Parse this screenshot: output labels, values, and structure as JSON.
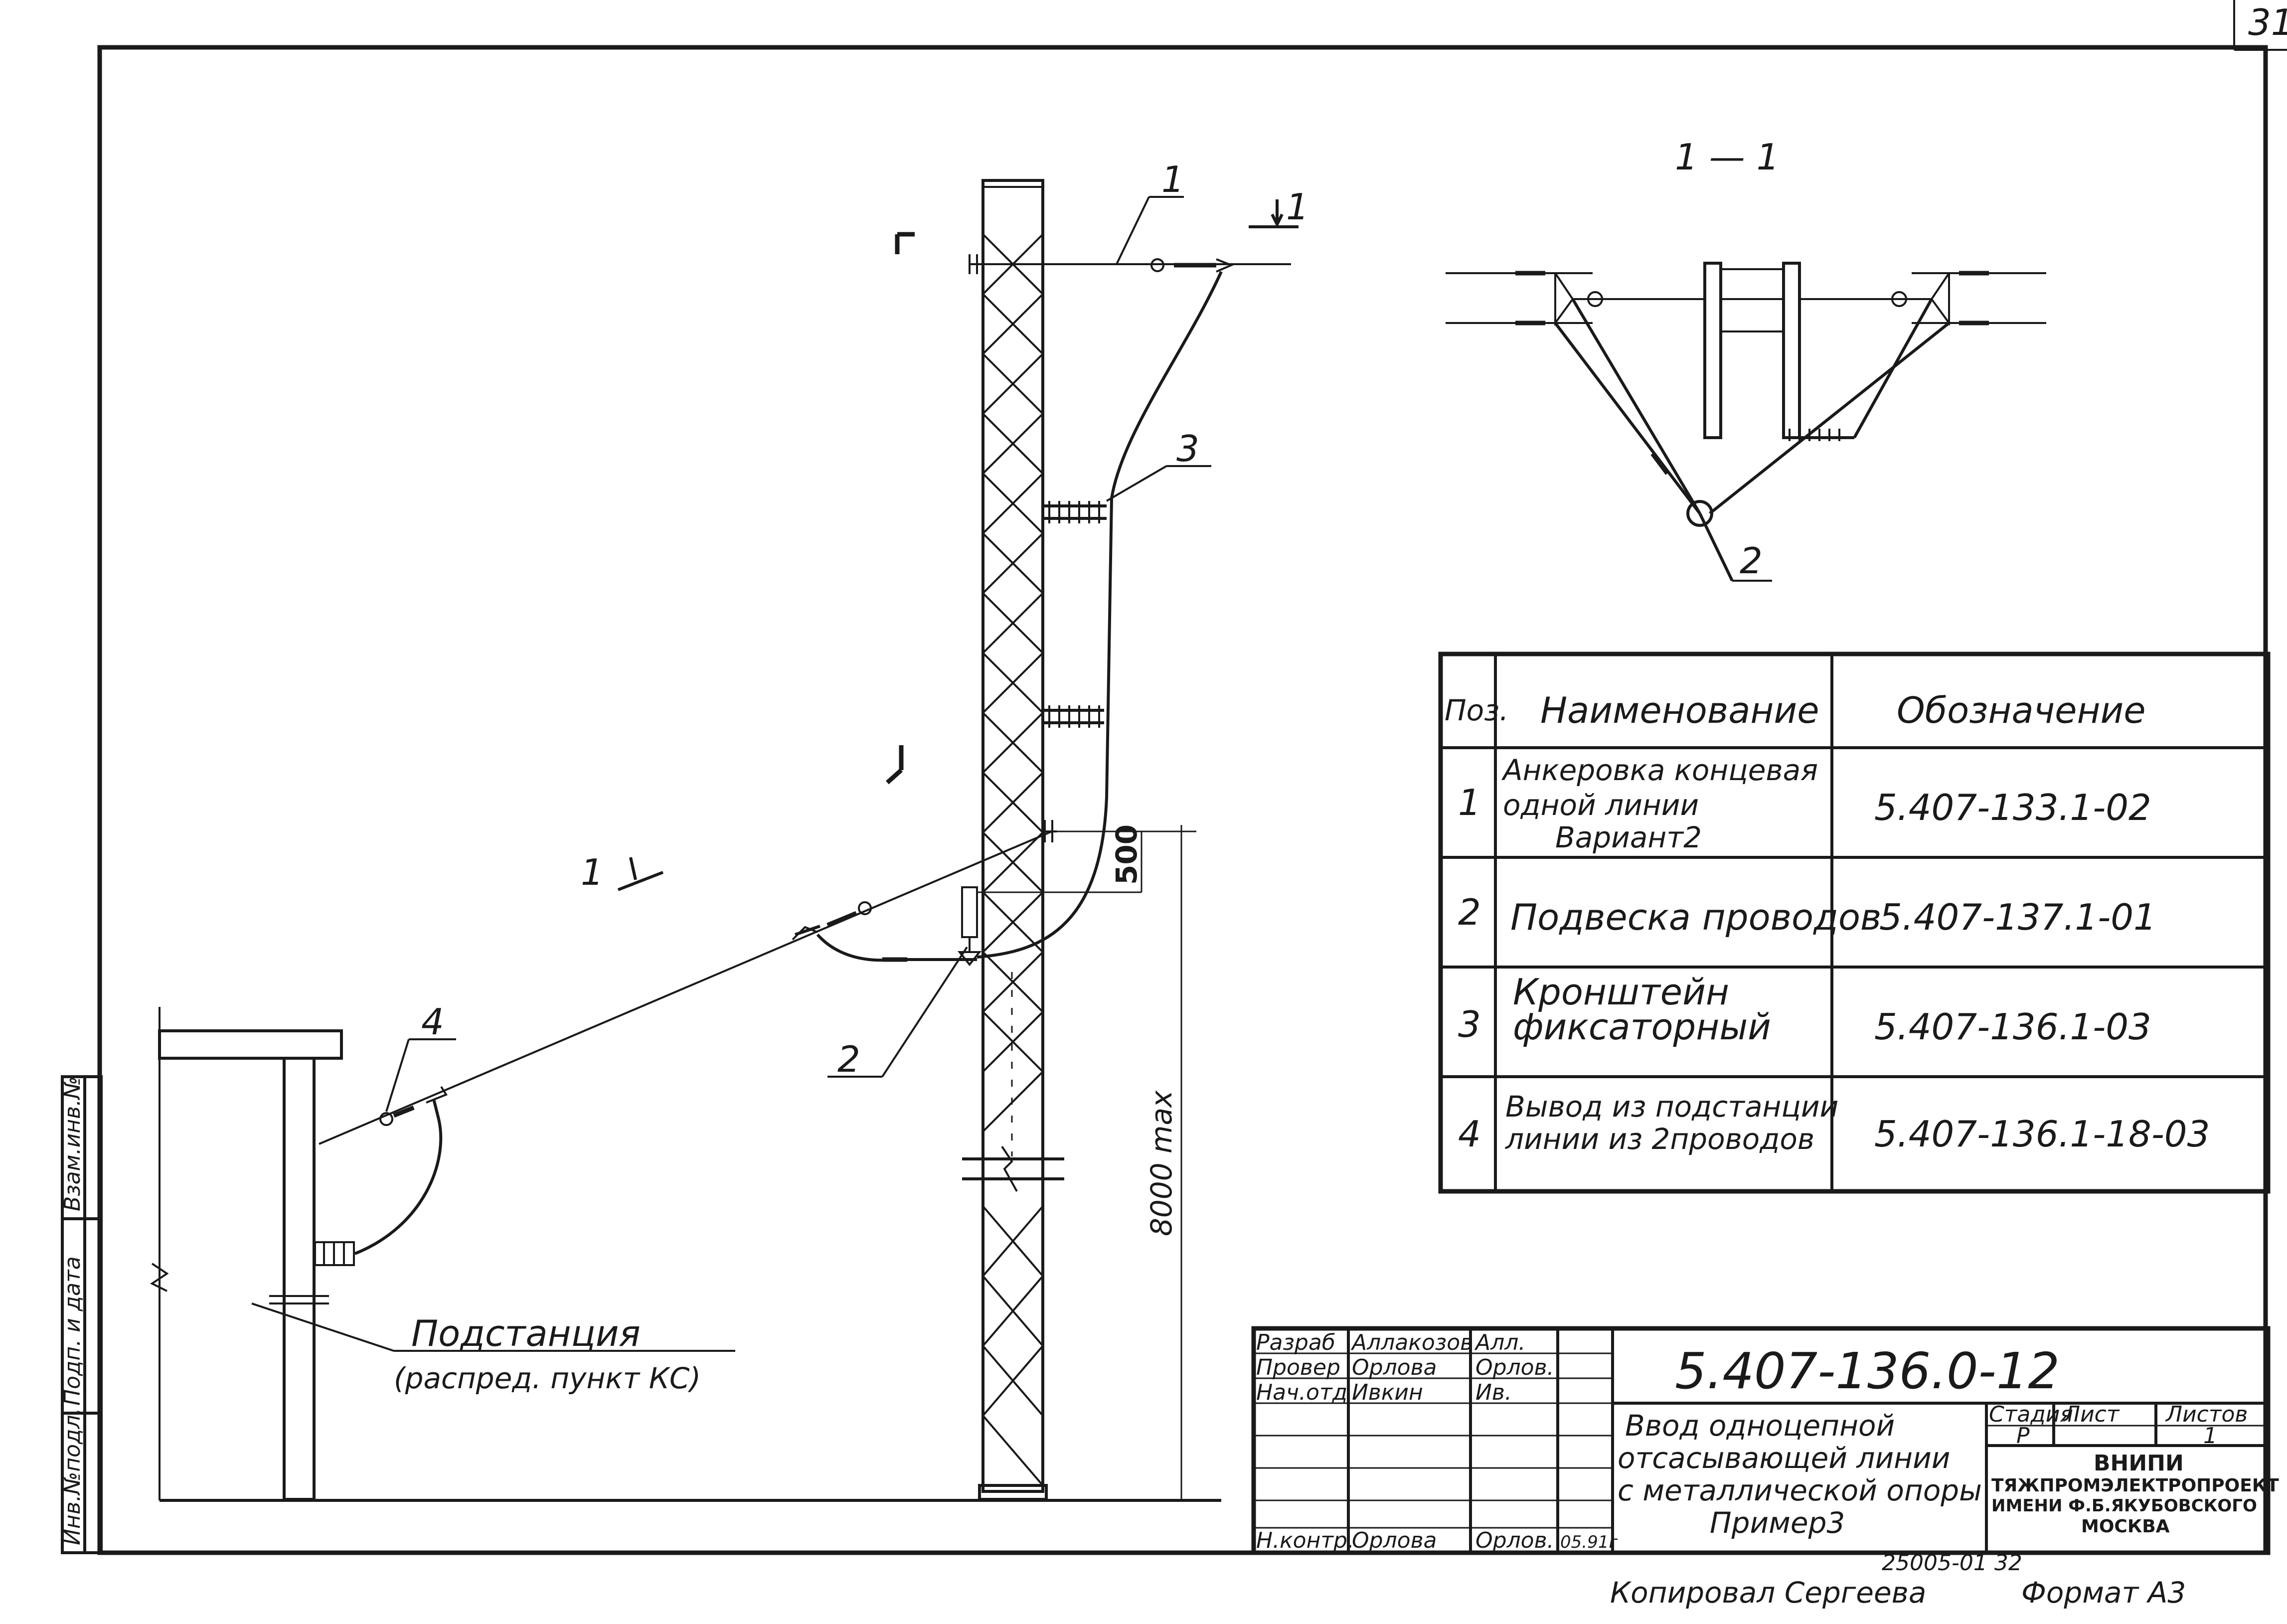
{
  "sheet": {
    "page_number": "31"
  },
  "drawing": {
    "section_title": "1 — 1",
    "section_marks": [
      "1",
      "1"
    ],
    "callouts": [
      "1",
      "2",
      "3",
      "4",
      "2"
    ],
    "dimensions": {
      "offset": "500",
      "height": "8000 max"
    },
    "substation_label": {
      "line1": "Подстанция",
      "line2": "(распред. пункт КС)"
    }
  },
  "parts_table": {
    "headers": [
      "Поз.",
      "Наименование",
      "Обозначение"
    ],
    "rows": [
      {
        "pos": "1",
        "name": [
          "Анкеровка концевая",
          "одной линии",
          "Вариант2"
        ],
        "code": "5.407-133.1-02"
      },
      {
        "pos": "2",
        "name": [
          "Подвеска проводов"
        ],
        "code": "5.407-137.1-01"
      },
      {
        "pos": "3",
        "name": [
          "Кронштейн",
          "фиксаторный"
        ],
        "code": "5.407-136.1-03"
      },
      {
        "pos": "4",
        "name": [
          "Вывод из подстанции",
          "линии из 2проводов"
        ],
        "code": "5.407-136.1-18-03"
      }
    ]
  },
  "side_stamp": [
    "Инв.№подл.",
    "Подп. и дата",
    "Взам.инв.№"
  ],
  "title_block": {
    "doc_number": "5.407-136.0-12",
    "title_lines": [
      "Ввод одноцепной",
      "отсасывающей линии",
      "с металлической опоры",
      "Пример3"
    ],
    "roles": [
      {
        "role": "Разраб",
        "name": "Аллакозов",
        "sign": "Алл."
      },
      {
        "role": "Провер",
        "name": "Орлова",
        "sign": "Орлов."
      },
      {
        "role": "Нач.отд",
        "name": "Ивкин",
        "sign": "Ив."
      },
      {
        "role": "Н.контр.",
        "name": "Орлова",
        "sign": "Орлов.",
        "date": "05.91г"
      }
    ],
    "stage_label": "Стадия",
    "stage_value": "Р",
    "sheet_label": "Лист",
    "sheet_value": "",
    "sheets_label": "Листов",
    "sheets_value": "1",
    "org_lines": [
      "ВНИПИ",
      "ТЯЖПРОМЭЛЕКТРОПРОЕКТ",
      "ИМЕНИ Ф.Б.ЯКУБОВСКОГО",
      "МОСКВА"
    ]
  },
  "footer": {
    "archive": "25005-01   32",
    "copied": "Копировал Сергеева",
    "format": "Формат А3"
  }
}
